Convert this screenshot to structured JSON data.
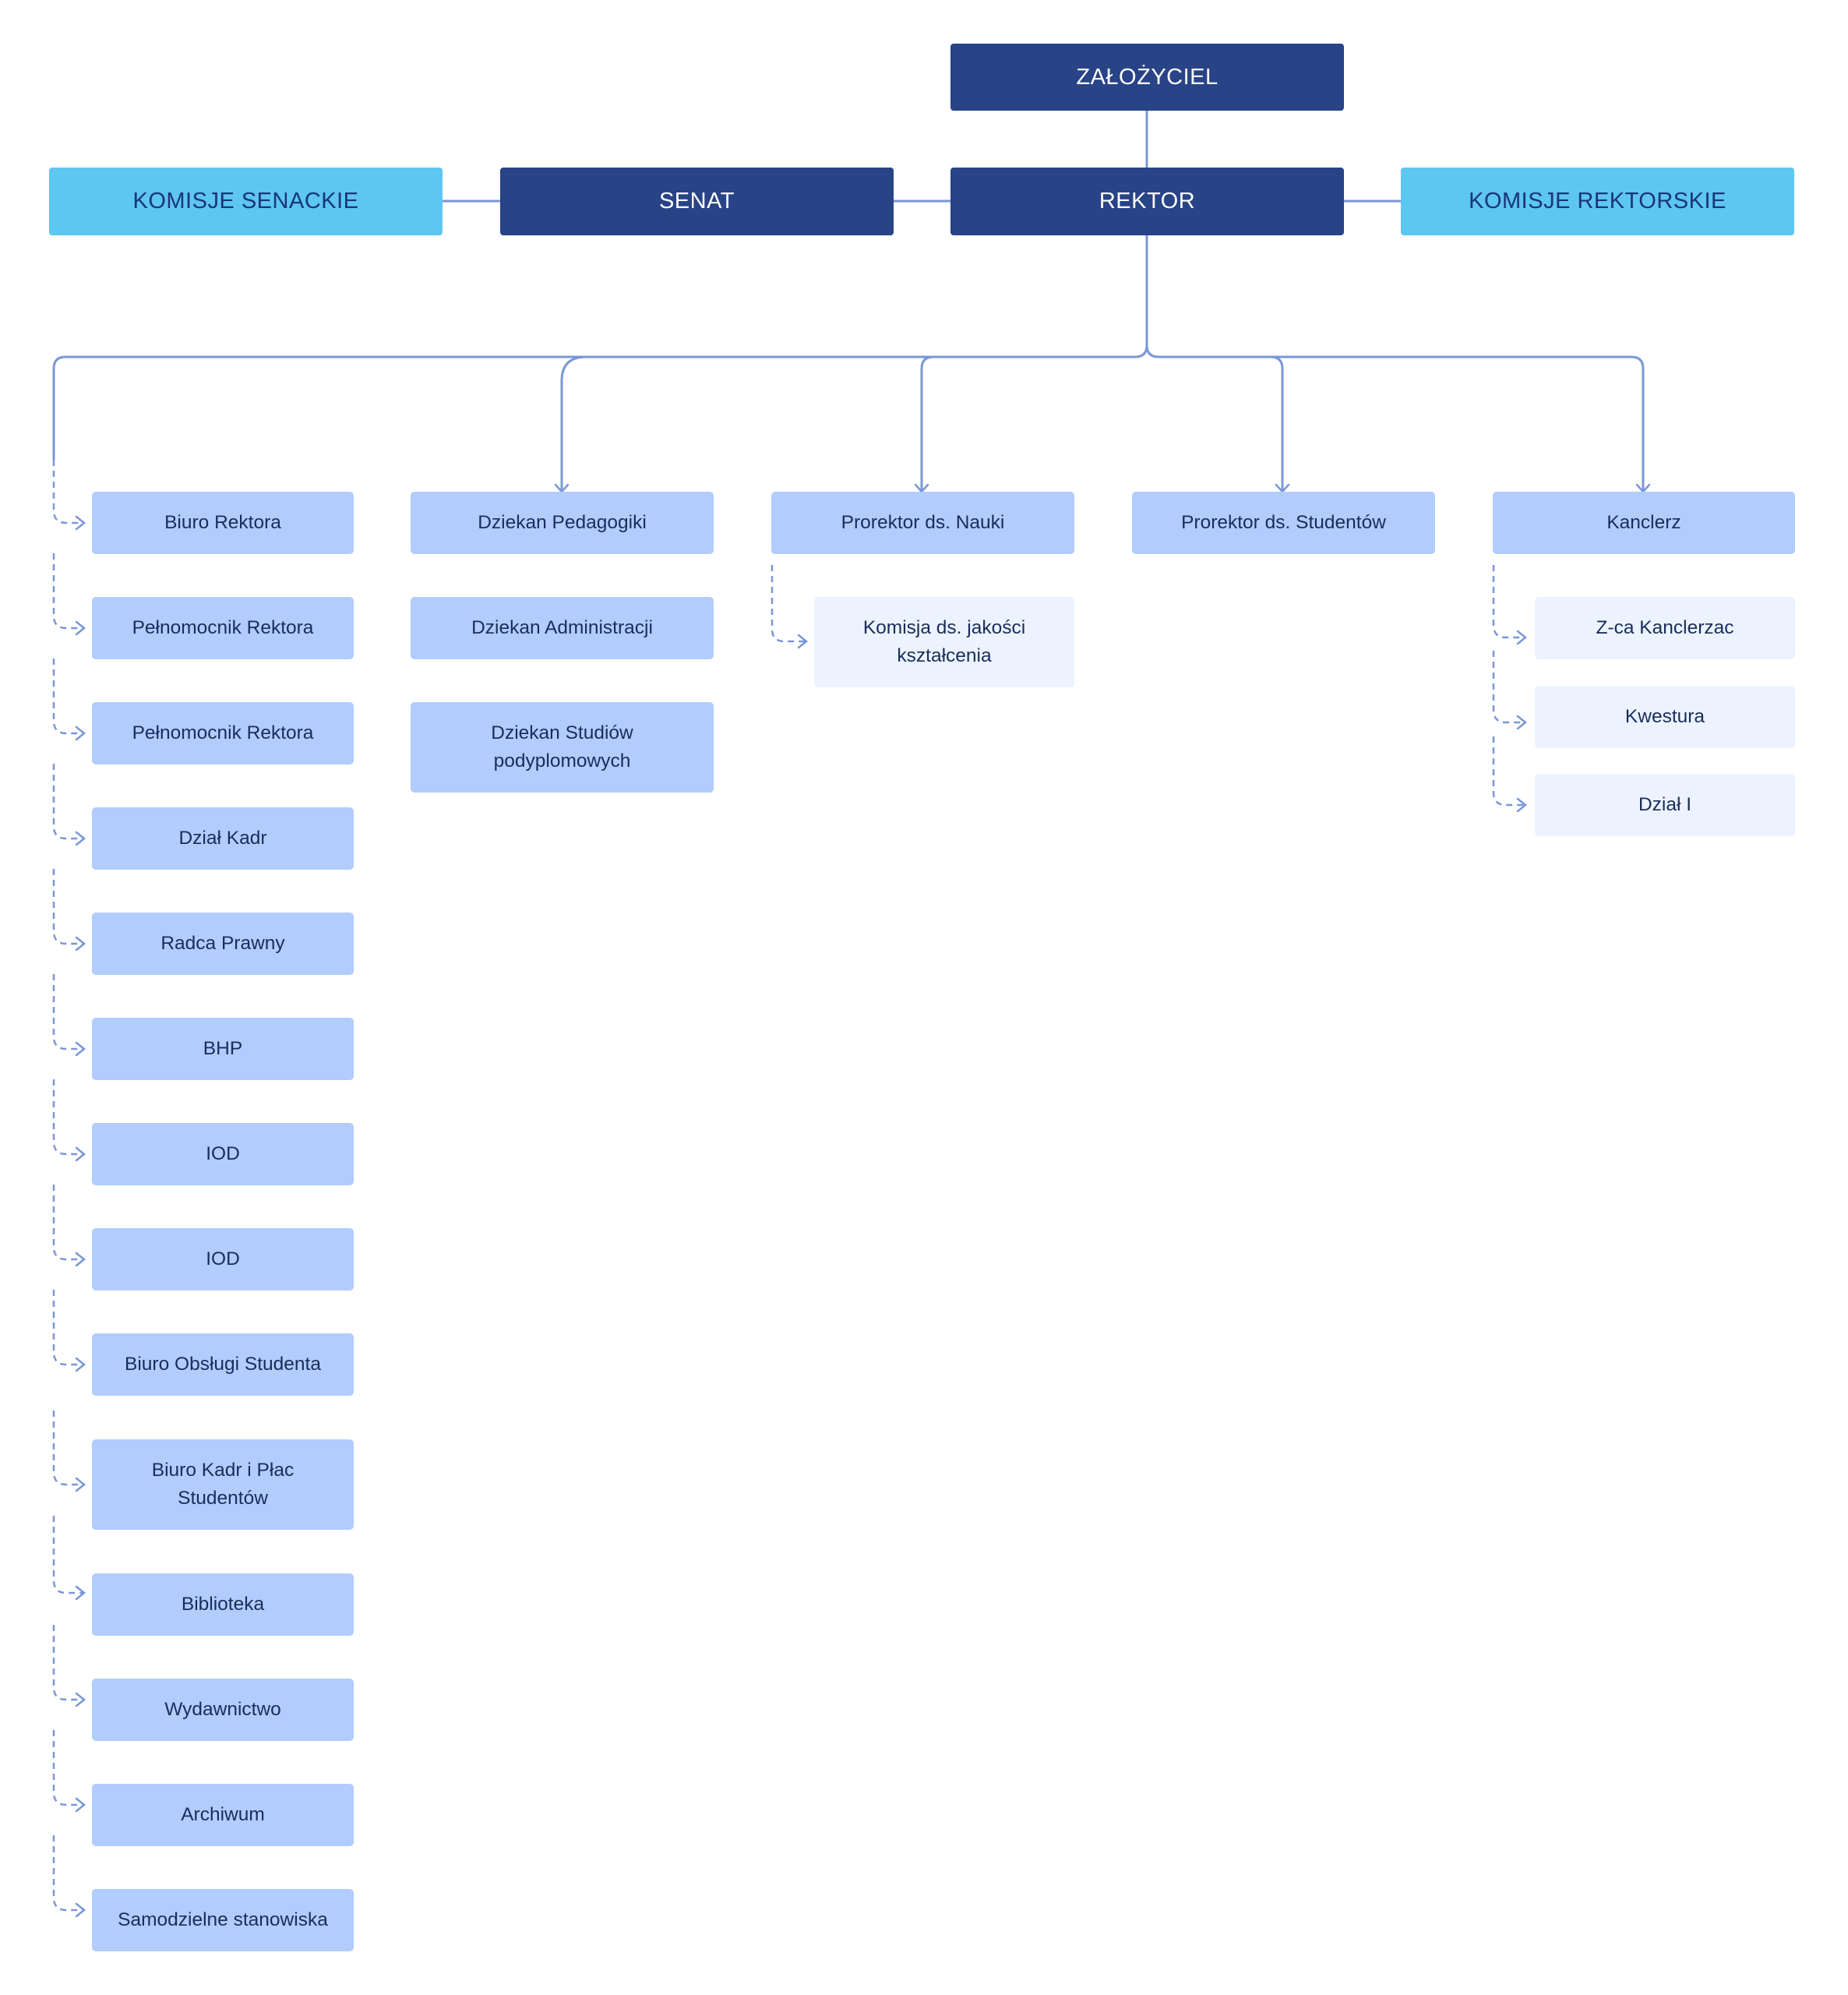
{
  "top": {
    "zalozyciel": "ZAŁOŻYCIEL",
    "komisje_senackie": "KOMISJE  SENACKIE",
    "senat": "SENAT",
    "rektor": "REKTOR",
    "komisje_rektorskie": "KOMISJE REKTORSKIE"
  },
  "branches": [
    {
      "head": "",
      "children": [
        "Biuro Rektora",
        "Pełnomocnik Rektora",
        "Pełnomocnik Rektora",
        "Dział Kadr",
        "Radca Prawny",
        "BHP",
        "IOD",
        "IOD",
        "Biuro Obsługi Studenta",
        "Biuro Kadr i Płac Studentów",
        "Biblioteka",
        "Wydawnictwo",
        "Archiwum",
        "Samodzielne stanowiska"
      ]
    },
    {
      "head": "Dziekan Pedagogiki",
      "stacked": [
        "Dziekan Administracji",
        "Dziekan Studiów podyplomowych"
      ]
    },
    {
      "head": "Prorektor ds. Nauki",
      "children": [
        "Komisja ds. jakości kształcenia"
      ]
    },
    {
      "head": "Prorektor ds. Studentów"
    },
    {
      "head": "Kanclerz",
      "children": [
        "Z-ca Kanclerzac",
        "Kwestura",
        "Dział I"
      ]
    }
  ]
}
